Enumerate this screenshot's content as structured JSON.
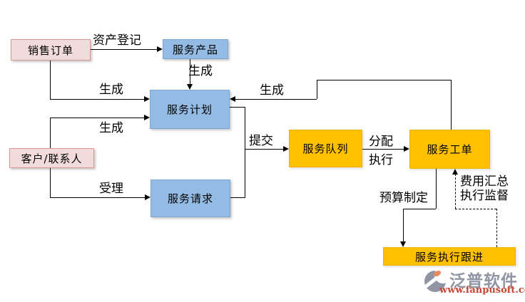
{
  "colors": {
    "pink_fill": "#F2DCDB",
    "pink_border": "#D99694",
    "blue_fill": "#93BBE4",
    "blue_border": "#7EA6D4",
    "orange_fill": "#FFC000",
    "orange_border": "#F0B400",
    "line": "#000000",
    "logo_gray": "#9095A4",
    "url_red": "#C74634"
  },
  "diagram": {
    "nodes": {
      "sales_order": {
        "label": "销售订单"
      },
      "customer_contact": {
        "label": "客户/联系人"
      },
      "service_product": {
        "label": "服务产品"
      },
      "service_plan": {
        "label": "服务计划"
      },
      "service_request": {
        "label": "服务请求"
      },
      "service_queue": {
        "label": "服务队列"
      },
      "service_work_order": {
        "label": "服务工单"
      },
      "service_follow_up": {
        "label": "服务执行跟进"
      }
    },
    "edge_labels": {
      "asset_registration": "资产登记",
      "generate_from_product": "生成",
      "generate_from_sales": "生成",
      "generate_from_customer": "生成",
      "generate_from_work_order": "生成",
      "accept": "受理",
      "submit": "提交",
      "assign": "分配",
      "execute": "执行",
      "budget_planning": "预算制定",
      "cost_summary": "费用汇总",
      "execution_supervision": "执行监督"
    },
    "edges": [
      {
        "from": "销售订单",
        "to": "服务产品",
        "label": "资产登记",
        "style": "solid"
      },
      {
        "from": "服务产品",
        "to": "服务计划",
        "label": "生成",
        "style": "solid"
      },
      {
        "from": "销售订单",
        "to": "服务计划",
        "label": "生成",
        "style": "solid"
      },
      {
        "from": "客户/联系人",
        "to": "服务计划",
        "label": "生成",
        "style": "solid"
      },
      {
        "from": "客户/联系人",
        "to": "服务请求",
        "label": "受理",
        "style": "solid"
      },
      {
        "from": "服务计划",
        "to": "服务队列",
        "label": "提交",
        "style": "solid"
      },
      {
        "from": "服务请求",
        "to": "服务队列",
        "label": "提交",
        "style": "solid"
      },
      {
        "from": "服务队列",
        "to": "服务工单",
        "label": "分配/执行",
        "style": "solid"
      },
      {
        "from": "服务工单",
        "to": "服务计划",
        "label": "生成",
        "style": "solid"
      },
      {
        "from": "服务工单",
        "to": "服务执行跟进",
        "label": "预算制定",
        "style": "solid"
      },
      {
        "from": "服务执行跟进",
        "to": "服务工单",
        "label": "费用汇总/执行监督",
        "style": "dashed"
      }
    ]
  },
  "branding": {
    "logo_text": "泛普软件",
    "website": "www.fanpusoft.com"
  }
}
